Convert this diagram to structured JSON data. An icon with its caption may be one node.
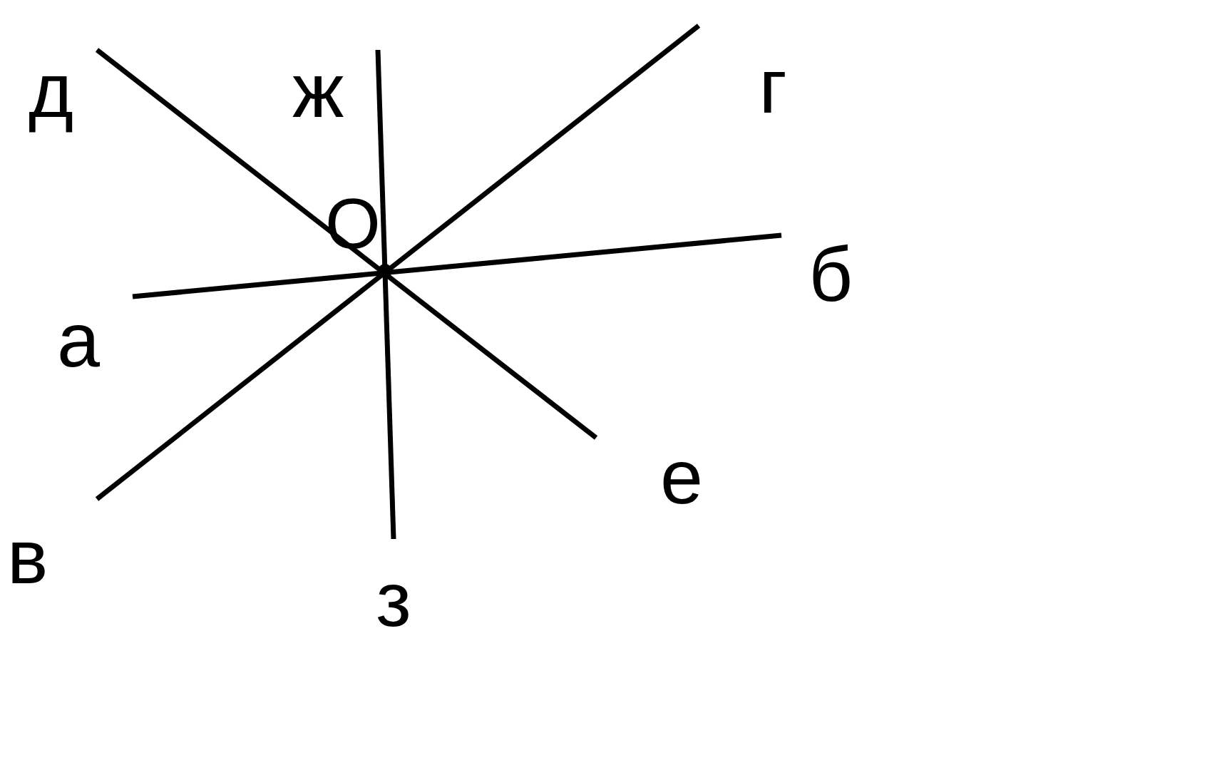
{
  "diagram": {
    "nodes": [
      {
        "text": [
          "д"
        ]
      },
      {
        "text": [
          "ж"
        ]
      },
      {
        "text": [
          "г"
        ]
      },
      {
        "text": [
          "б"
        ]
      },
      {
        "text": [
          "а"
        ]
      },
      {
        "text": [
          "е"
        ]
      },
      {
        "text": [
          "в"
        ]
      },
      {
        "text": [
          "з"
        ]
      }
    ],
    "edges": [
      {
        "from": 4,
        "to": 3,
        "arrow": "none"
      },
      {
        "from": 6,
        "to": 2,
        "arrow": "none"
      },
      {
        "from": 0,
        "to": 5,
        "arrow": "none"
      },
      {
        "from": 1,
        "to": 7,
        "arrow": "none"
      }
    ],
    "labels": [
      "О"
    ]
  }
}
